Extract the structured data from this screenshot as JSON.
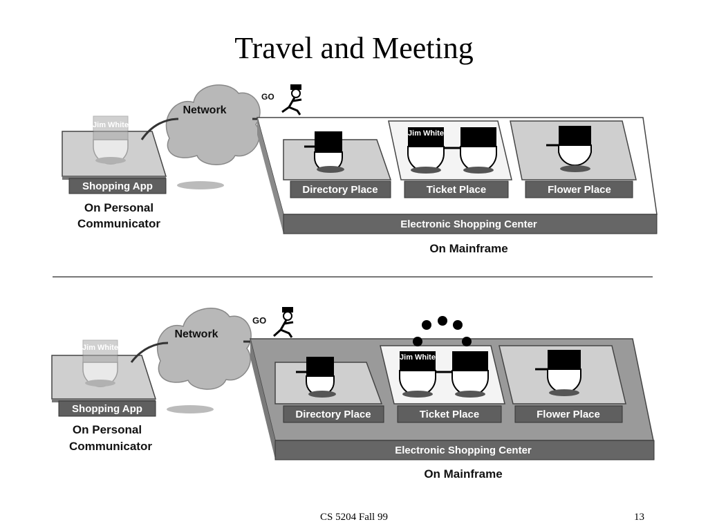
{
  "slide": {
    "title": "Travel and Meeting",
    "footer_center": "CS 5204 Fall 99",
    "page_number": "13"
  },
  "diagrams": [
    {
      "network": "Network",
      "go": "GO",
      "agent": "Jim White",
      "shopping_app": "Shopping App",
      "device_line1": "On Personal",
      "device_line2": "Communicator",
      "directory_place": "Directory Place",
      "ticket_place": "Ticket Place",
      "flower_place": "Flower Place",
      "center": "Electronic Shopping Center",
      "mainframe": "On Mainframe"
    },
    {
      "network": "Network",
      "go": "GO",
      "agent": "Jim White",
      "shopping_app": "Shopping App",
      "device_line1": "On Personal",
      "device_line2": "Communicator",
      "directory_place": "Directory Place",
      "ticket_place": "Ticket Place",
      "flower_place": "Flower Place",
      "center": "Electronic Shopping Center",
      "mainframe": "On Mainframe"
    }
  ]
}
